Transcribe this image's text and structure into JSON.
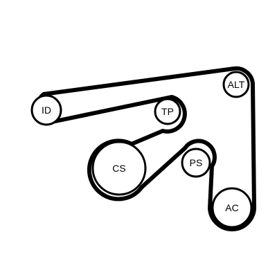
{
  "diagram": {
    "line_color": "#000000",
    "fill_color": "#ffffff",
    "pulleys": {
      "id": {
        "label": "ID"
      },
      "tp": {
        "label": "TP"
      },
      "alt": {
        "label": "ALT"
      },
      "cs": {
        "label": "CS"
      },
      "ps": {
        "label": "PS"
      },
      "ac": {
        "label": "AC"
      }
    }
  }
}
